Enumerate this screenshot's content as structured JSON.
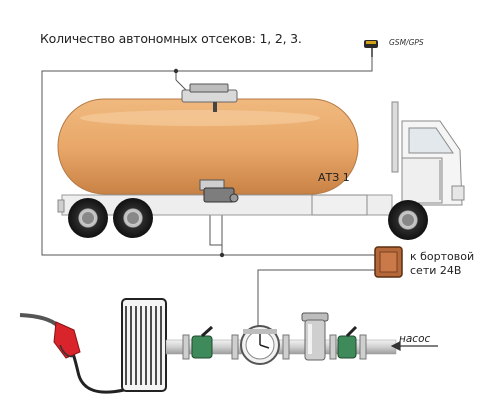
{
  "labels": {
    "title": "Количество автономных отсеков: 1, 2, 3.",
    "gps": "GSM/GPS",
    "tank_id": "АТЗ 1",
    "power_line1": "к бортовой",
    "power_line2": "сети 24В",
    "pump": "насос"
  },
  "colors": {
    "tank_fill": "#e9a869",
    "tank_shade": "#c98245",
    "wire": "#555555",
    "pipe": "#d9d9d9",
    "valve_green": "#3f8a5a",
    "nozzle_red": "#d8242a",
    "power_box": "#b5683a",
    "truck_body": "#f2f2f2"
  },
  "icons": [
    "gps-antenna-icon",
    "fuel-nozzle-icon",
    "flow-meter-icon",
    "valve-icon",
    "filter-icon",
    "power-module-icon"
  ]
}
